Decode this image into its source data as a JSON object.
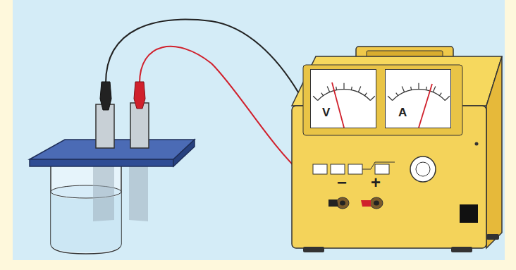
{
  "diagram": {
    "nodes": [
      {
        "text": [
          "V"
        ]
      },
      {
        "text": [
          "A"
        ]
      }
    ],
    "labels": [
      "−",
      "+"
    ]
  }
}
